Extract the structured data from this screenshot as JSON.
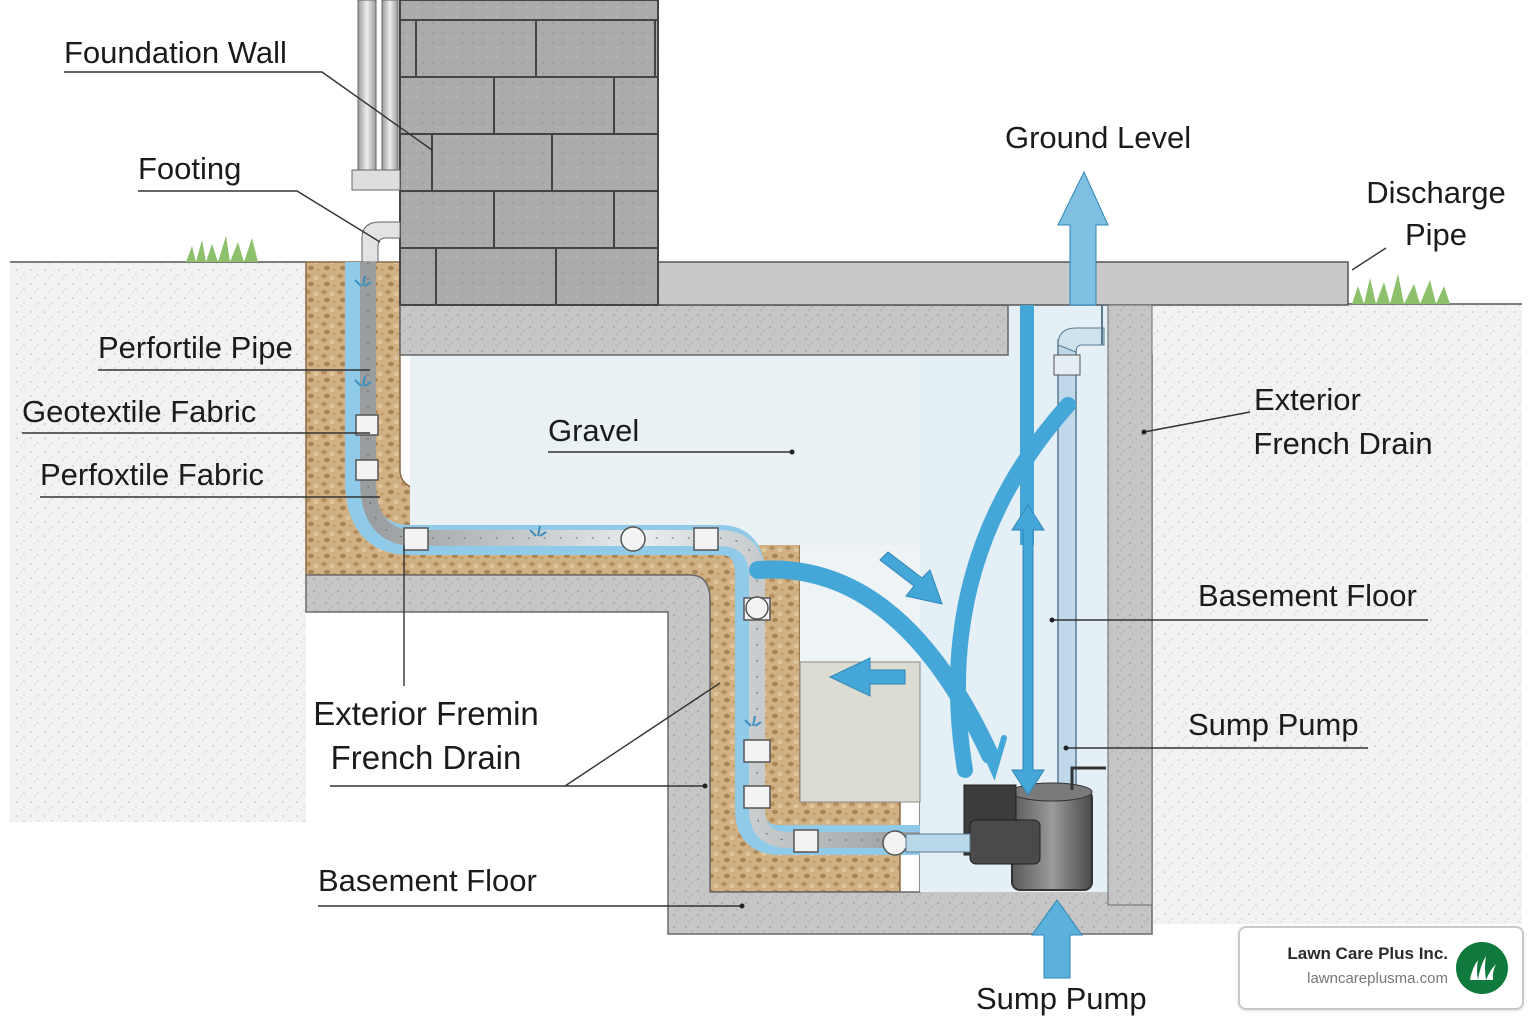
{
  "labels": {
    "foundation_wall": "Foundation Wall",
    "footing": "Footing",
    "perfortile_pipe": "Perfortile Pipe",
    "geotextile_fabric": "Geotextile Fabric",
    "perfoxtile_fabric": "Perfoxtile Fabric",
    "gravel": "Gravel",
    "ground_level": "Ground Level",
    "discharge_pipe_line1": "Discharge",
    "discharge_pipe_line2": "Pipe",
    "exterior_french_drain_line1": "Exterior",
    "exterior_french_drain_line2": "French Drain",
    "basement_floor_right": "Basement Floor",
    "sump_pump_right": "Sump Pump",
    "exterior_fremin_line1": "Exterior Fremin",
    "exterior_fremin_line2": "French Drain",
    "basement_floor_bottom": "Basement Floor",
    "sump_pump_bottom": "Sump Pump"
  },
  "brand": {
    "name": "Lawn Care Plus Inc.",
    "url": "lawncareplusma.com",
    "logo_icon": "grass-leaf-icon",
    "logo_color": "#0f7a3c"
  },
  "colors": {
    "water": "#4aa8d8",
    "concrete": "#c4c4c4",
    "gravel": "#c9aa7c",
    "block": "#a9a9a9",
    "grass": "#8cc06a"
  }
}
